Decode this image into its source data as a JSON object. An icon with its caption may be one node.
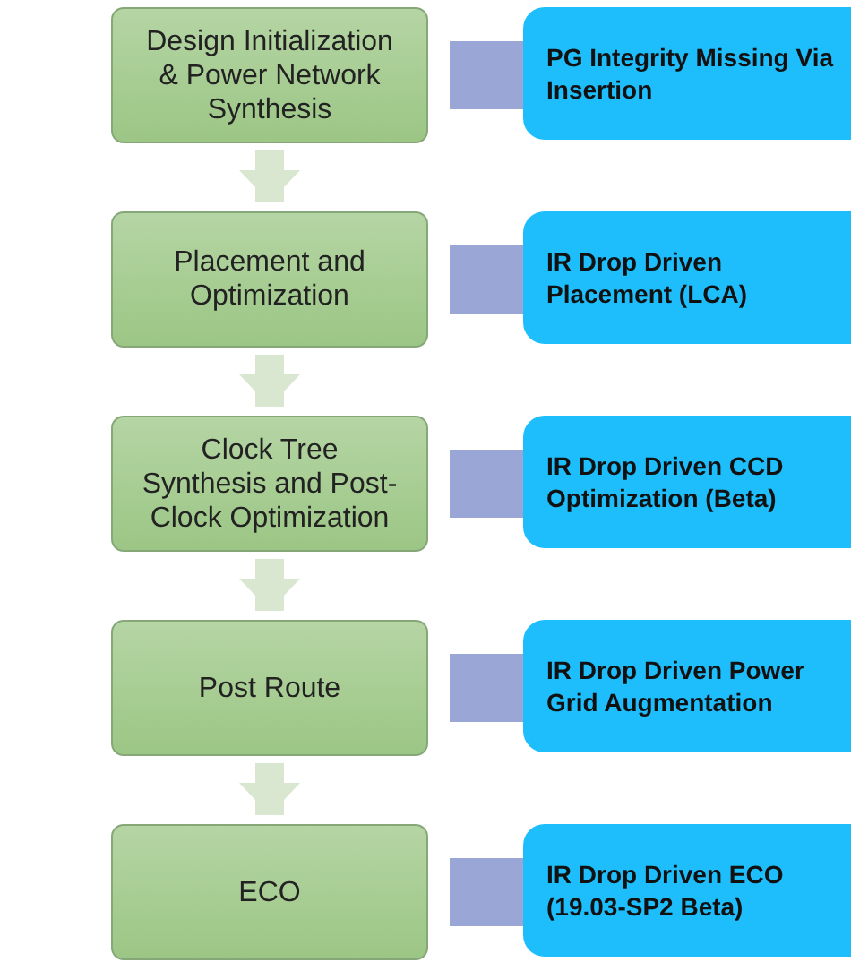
{
  "diagram": {
    "nodes": [
      {
        "text": [
          "Design Initialization & Power Network Synthesis"
        ]
      },
      {
        "text": [
          "Placement and Optimization"
        ]
      },
      {
        "text": [
          "Clock Tree Synthesis and Post-Clock Optimization"
        ]
      },
      {
        "text": [
          "Post Route"
        ]
      },
      {
        "text": [
          "ECO"
        ]
      },
      {
        "text": [
          "PG Integrity Missing Via Insertion"
        ]
      },
      {
        "text": [
          "IR Drop Driven Placement (LCA)"
        ]
      },
      {
        "text": [
          "IR Drop Driven CCD Optimization (Beta)"
        ]
      },
      {
        "text": [
          "IR Drop Driven Power Grid Augmentation"
        ]
      },
      {
        "text": [
          "IR Drop Driven ECO (19.03-SP2 Beta)"
        ]
      }
    ],
    "edges": [
      {
        "from": 0,
        "to": 1,
        "arrow": "to",
        "color": "#d9e7d0"
      },
      {
        "from": 1,
        "to": 2,
        "arrow": "to",
        "color": "#d9e7d0"
      },
      {
        "from": 2,
        "to": 3,
        "arrow": "to",
        "color": "#d9e7d0"
      },
      {
        "from": 3,
        "to": 4,
        "arrow": "to",
        "color": "#d9e7d0"
      },
      {
        "from": 0,
        "to": 5,
        "arrow": "none"
      },
      {
        "from": 1,
        "to": 6,
        "arrow": "none"
      },
      {
        "from": 2,
        "to": 7,
        "arrow": "none"
      },
      {
        "from": 3,
        "to": 8,
        "arrow": "none"
      },
      {
        "from": 4,
        "to": 9,
        "arrow": "none"
      }
    ]
  }
}
